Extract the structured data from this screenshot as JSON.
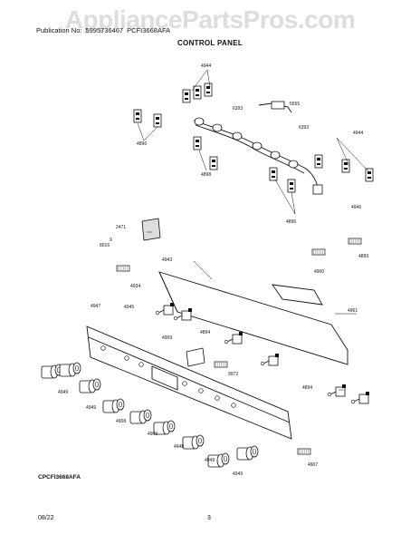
{
  "watermark": "AppliancePartsPros.com",
  "header": {
    "publication_label": "Publication No:",
    "publication_no": "5995736467",
    "model_header": "PCFI3668AFA"
  },
  "title": "CONTROL PANEL",
  "model_footer": "CPCFI3668AFA",
  "footer": {
    "date": "08/22",
    "page": "3"
  },
  "callouts": [
    "4944",
    "6393",
    "5555",
    "6393",
    "4896",
    "4898",
    "4944",
    "4946",
    "4896",
    "2471",
    "9",
    "8016",
    "4899",
    "4934",
    "4900",
    "4943",
    "4961",
    "4947",
    "4945",
    "4894",
    "4909",
    "9972",
    "4894",
    "4949",
    "4949",
    "4908",
    "4909",
    "4948",
    "4949",
    "4949",
    "4907"
  ]
}
